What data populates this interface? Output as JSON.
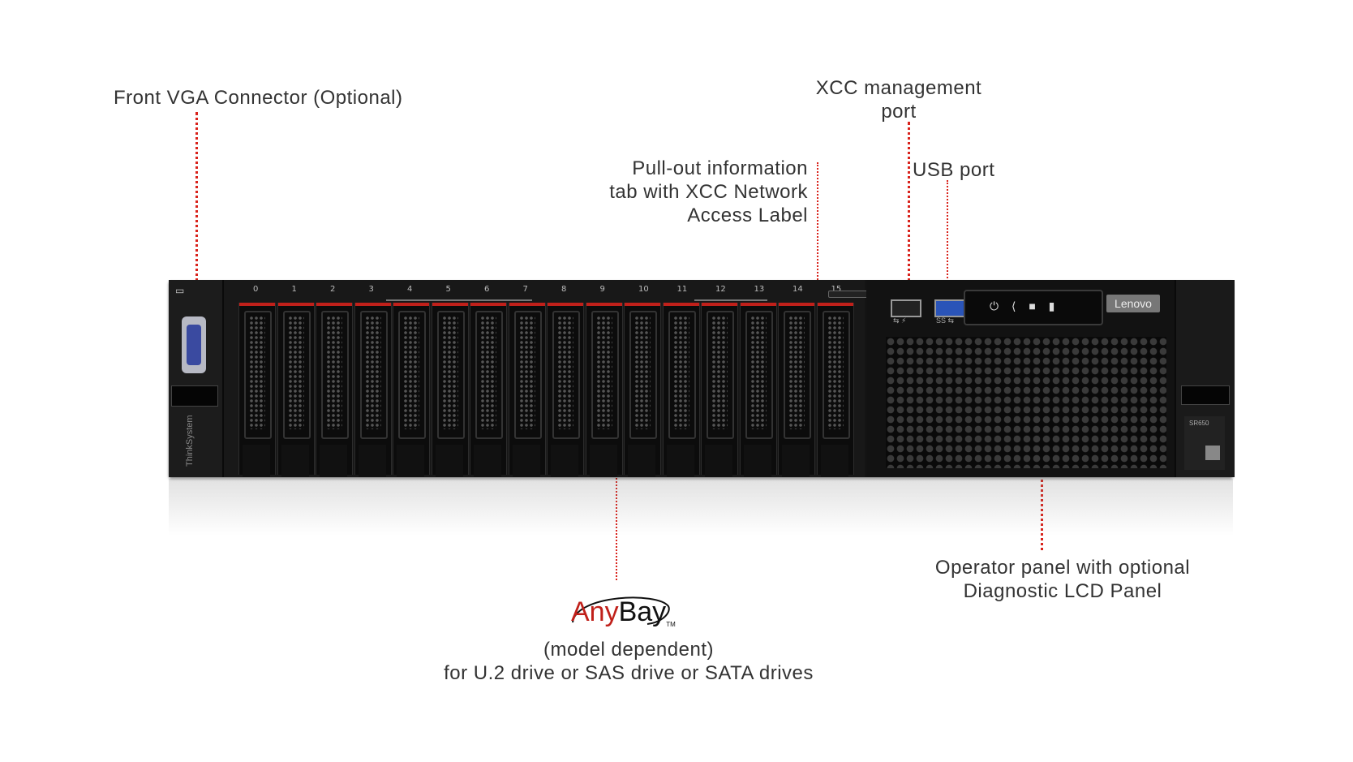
{
  "labels": {
    "vga": "Front VGA Connector (Optional)",
    "xcc_line1": "XCC management",
    "xcc_line2": "port",
    "pullout_line1": "Pull-out information",
    "pullout_line2": "tab with XCC Network",
    "pullout_line3": "Access Label",
    "usb": "USB port",
    "operator_line1": "Operator panel with optional",
    "operator_line2": "Diagnostic LCD Panel",
    "anybay_line1": "(model dependent)",
    "anybay_line2": "for U.2 drive or SAS drive or SATA drives"
  },
  "logo": {
    "any": "Any",
    "bay": "Bay",
    "tm": "TM"
  },
  "server": {
    "bay_numbers": [
      "0",
      "1",
      "2",
      "3",
      "4",
      "5",
      "6",
      "7",
      "8",
      "9",
      "10",
      "11",
      "12",
      "13",
      "14",
      "15"
    ],
    "brand": "ThinkSystem",
    "vendor": "Lenovo",
    "model": "SR650"
  },
  "colors": {
    "leader": "#d9231c",
    "text": "#333333",
    "drive_accent": "#c0201a"
  }
}
